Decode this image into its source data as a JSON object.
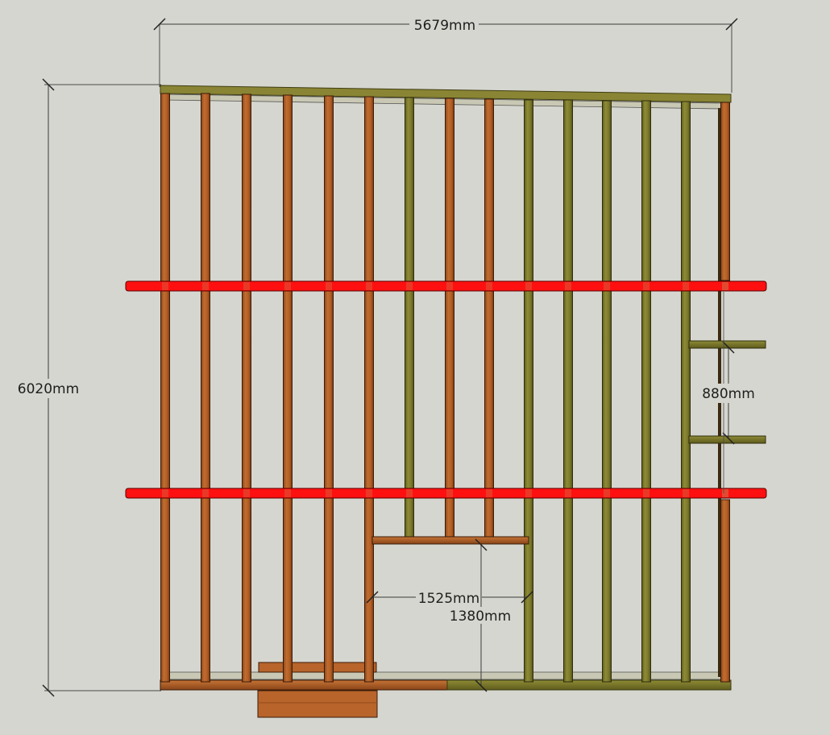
{
  "colors": {
    "background": "#d6d6d0",
    "timber_orange": "#b8642a",
    "timber_olive": "#7f7e2e",
    "highlight_red": "#ff1010",
    "dimension_line": "#3a3a3a"
  },
  "dimensions": {
    "width": "5679mm",
    "height": "6020mm",
    "spacing_right": "880mm",
    "opening_width": "1525mm",
    "opening_height": "1380mm"
  }
}
